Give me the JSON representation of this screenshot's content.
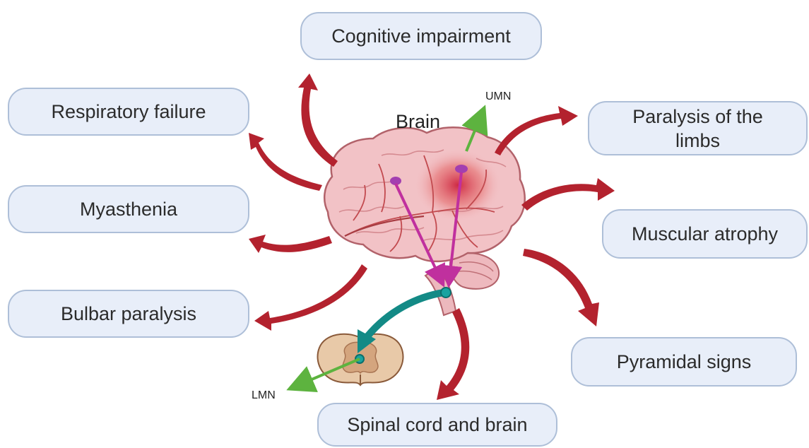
{
  "labels": {
    "brain": "Brain",
    "umn": "UMN",
    "lmn": "LMN"
  },
  "boxes": [
    {
      "key": "cognitive",
      "text": "Cognitive impairment"
    },
    {
      "key": "respiratory",
      "text": "Respiratory failure"
    },
    {
      "key": "paralysis_limbs",
      "text": "Paralysis of the limbs"
    },
    {
      "key": "myasthenia",
      "text": "Myasthenia"
    },
    {
      "key": "muscular_atrophy",
      "text": "Muscular atrophy"
    },
    {
      "key": "bulbar",
      "text": "Bulbar paralysis"
    },
    {
      "key": "pyramidal",
      "text": "Pyramidal signs"
    },
    {
      "key": "spinal",
      "text": "Spinal cord and brain"
    }
  ],
  "colors": {
    "box_fill": "#e8eef9",
    "box_border": "#aebfd8",
    "red_arrow": "#b3222e",
    "green_arrow": "#5db33f",
    "magenta_arrow": "#c0309e",
    "teal_arrow": "#138a86",
    "brain_fill": "#f2c2c6",
    "brain_vessel": "#c24a4f",
    "lesion": "#d83a3a",
    "spinal_fill": "#e8c9a8"
  }
}
